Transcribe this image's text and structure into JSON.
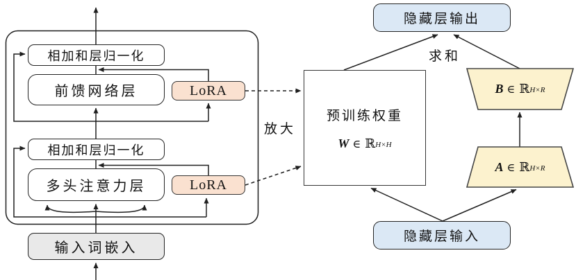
{
  "colors": {
    "lora_fill": "#fae1d0",
    "hidden_layer_fill": "#dbe8f5",
    "matrix_fill": "#fcf2ce",
    "embedding_fill": "#e9e9e9",
    "line": "#1f1f1f"
  },
  "transformer_block": {
    "add_norm_top": "相加和层归一化",
    "feed_forward": "前馈网络层",
    "lora_ffn": "LoRA",
    "add_norm_bottom": "相加和层归一化",
    "multi_head_attention": "多头注意力层",
    "lora_attention": "LoRA",
    "input_embedding": "输入词嵌入"
  },
  "labels": {
    "magnify": "放大",
    "sum": "求和"
  },
  "lora_detail": {
    "hidden_output": "隐藏层输出",
    "hidden_input": "隐藏层输入",
    "pretrained_weights": {
      "title": "预训练权重",
      "symbol": "W",
      "element_of": "∈",
      "set": "ℝ",
      "superscript": "H×H"
    },
    "matrix_b": {
      "symbol": "B",
      "element_of": "∈",
      "set": "ℝ",
      "superscript": "H×R"
    },
    "matrix_a": {
      "symbol": "A",
      "element_of": "∈",
      "set": "ℝ",
      "superscript": "H×R"
    }
  }
}
